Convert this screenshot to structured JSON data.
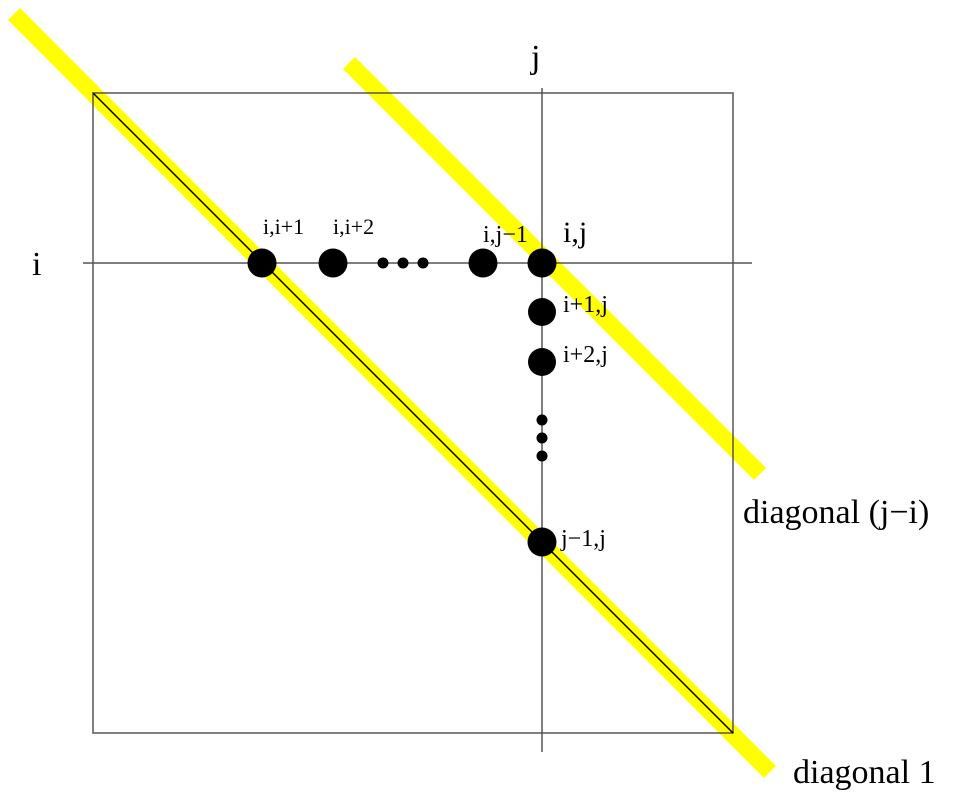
{
  "axes": {
    "row_label": "i",
    "col_label": "j"
  },
  "cells": {
    "i_i1": "i,i+1",
    "i_i2": "i,i+2",
    "i_j1": "i,j−1",
    "i_j": "i,j",
    "i1_j": "i+1,j",
    "i2_j": "i+2,j",
    "j1_j": "j−1,j"
  },
  "diagonals": {
    "upper": "diagonal (j−i)",
    "main": "diagonal 1"
  },
  "colors": {
    "highlight": "#ffff00",
    "line": "#555555",
    "dot": "#000000"
  }
}
